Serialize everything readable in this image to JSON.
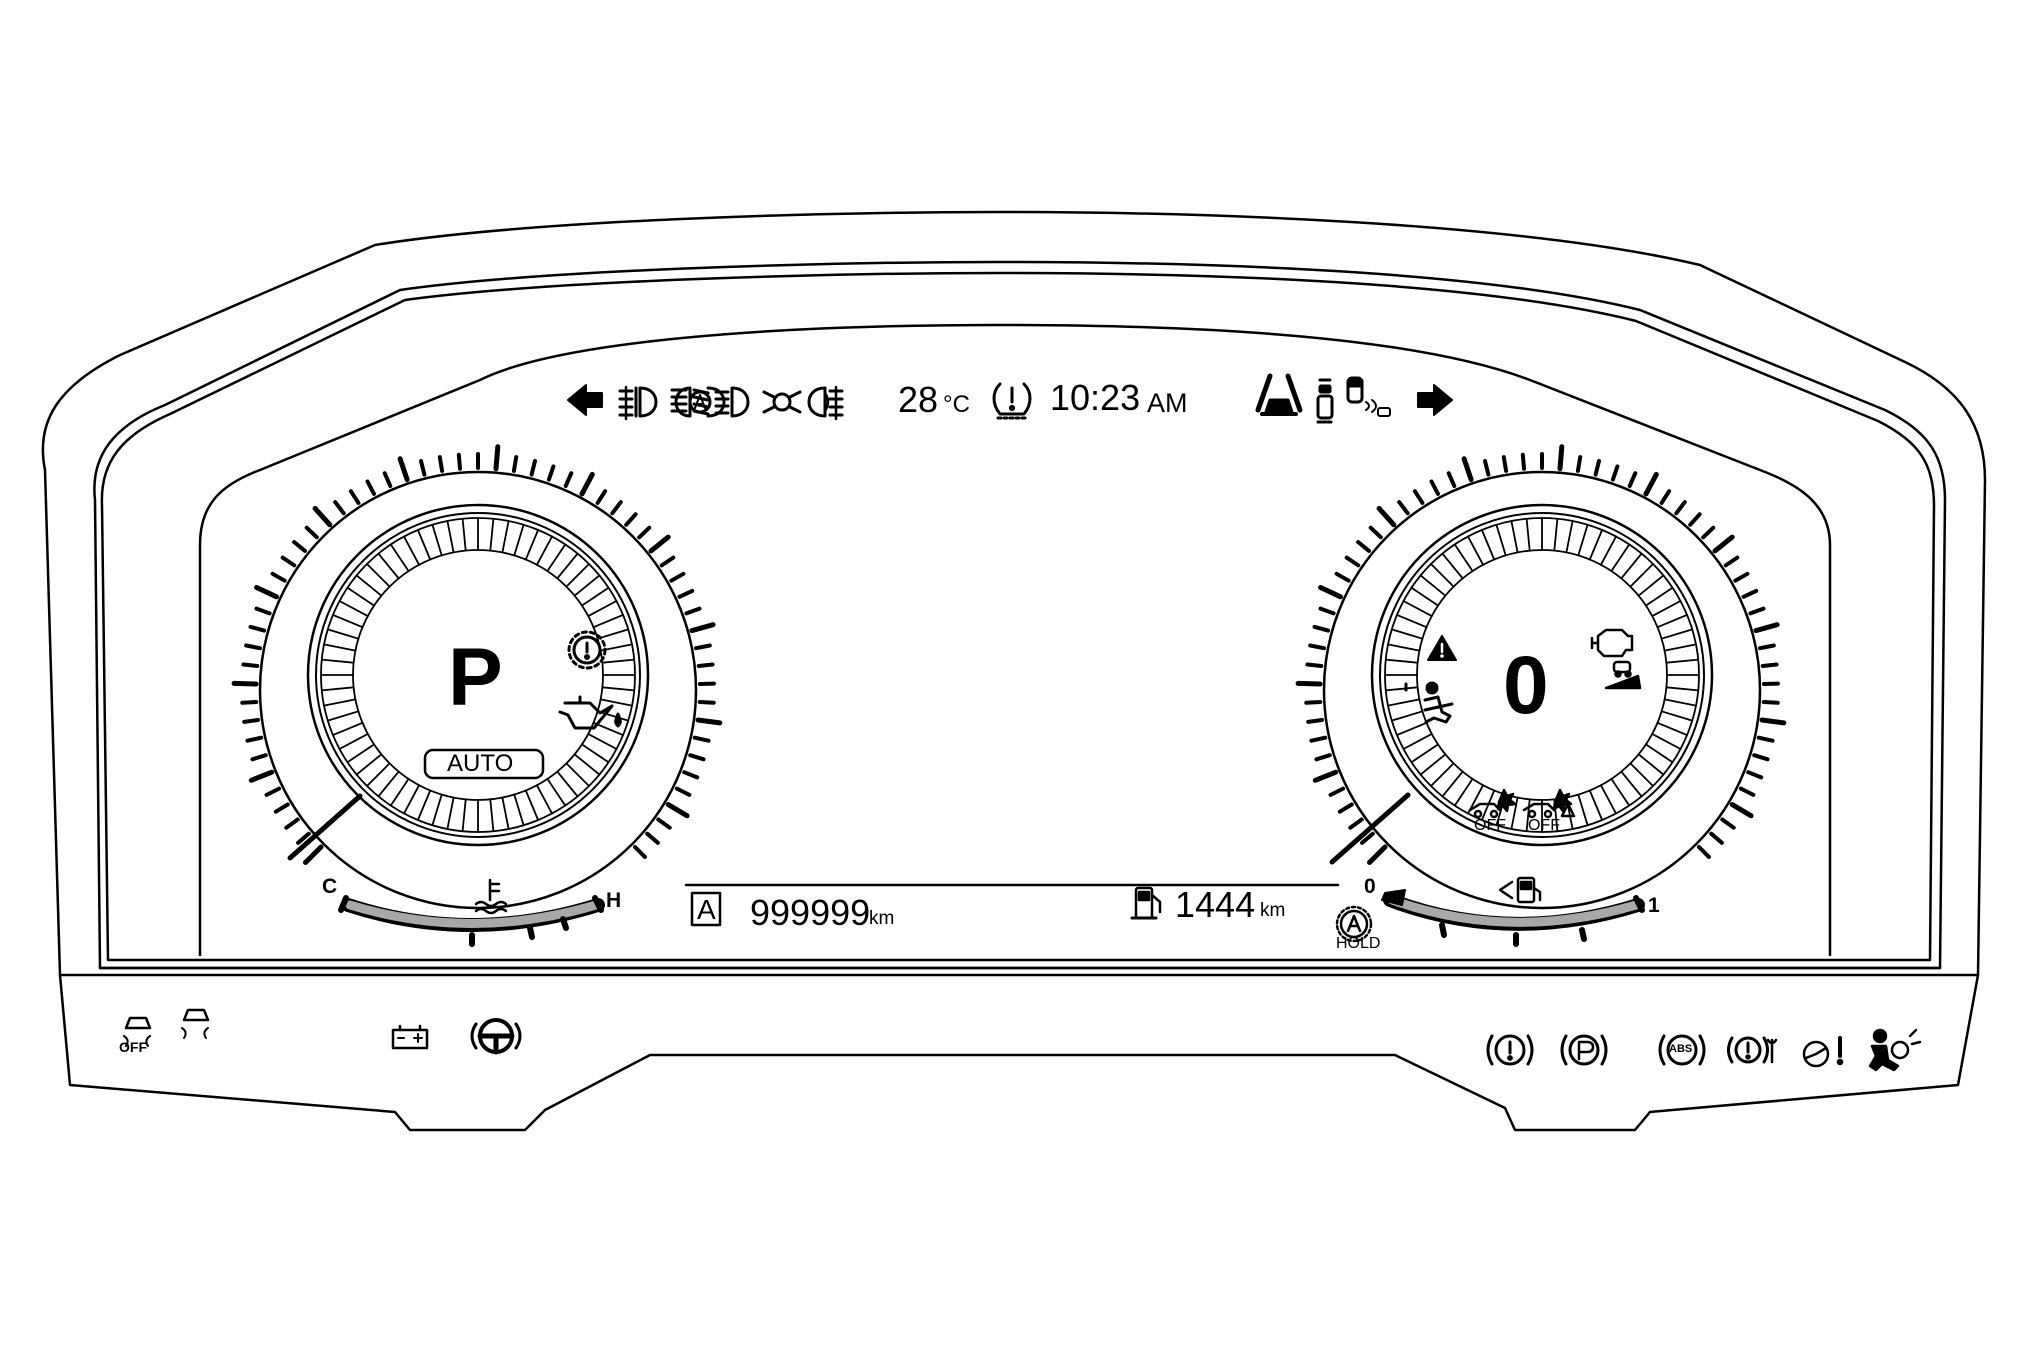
{
  "top_bar": {
    "outside_temp_value": "28",
    "outside_temp_unit": "°C",
    "clock_time": "10:23",
    "clock_ampm": "AM",
    "icons": [
      "turn-left-arrow-icon",
      "rear-fog-light-icon",
      "low-beam-icon",
      "auto-high-beam-icon",
      "high-beam-icon",
      "position-light-icon",
      "front-fog-light-icon",
      "tire-pressure-warning-icon",
      "lane-keep-assist-icon",
      "blind-spot-monitor-icon",
      "parking-sensor-icon",
      "turn-right-arrow-icon"
    ]
  },
  "left_gauge": {
    "gear": "P",
    "gear_mode": "AUTO",
    "temp_low_label": "C",
    "temp_high_label": "H",
    "icons": [
      "transmission-warning-icon",
      "oil-pressure-icon",
      "coolant-temperature-icon"
    ]
  },
  "right_gauge": {
    "speed": "0",
    "fuel_empty_label": "0",
    "fuel_full_label": "1",
    "hold_label": "HOLD",
    "icons": [
      "master-warning-icon",
      "seatbelt-reminder-icon",
      "check-engine-icon",
      "hill-descent-icon",
      "pre-collision-off-icon",
      "lane-departure-off-icon",
      "fuel-pump-icon",
      "auto-hold-icon"
    ]
  },
  "info_bar": {
    "trip_label": "A",
    "odometer_value": "999999",
    "odometer_unit": "km",
    "range_value": "1444",
    "range_unit": "km"
  },
  "bottom_telltales": {
    "left": [
      "traction-control-off-icon",
      "traction-control-icon",
      "battery-charge-icon",
      "steering-warning-icon"
    ],
    "right": [
      "brake-warning-icon",
      "parking-brake-icon",
      "abs-warning-icon",
      "brake-system-service-icon",
      "power-steering-warning-icon",
      "airbag-warning-icon"
    ],
    "traction_off_label": "OFF",
    "abs_label": "ABS"
  },
  "colors": {
    "line": "#000000",
    "background": "#ffffff",
    "arc_fill": "#a8a8a8"
  }
}
